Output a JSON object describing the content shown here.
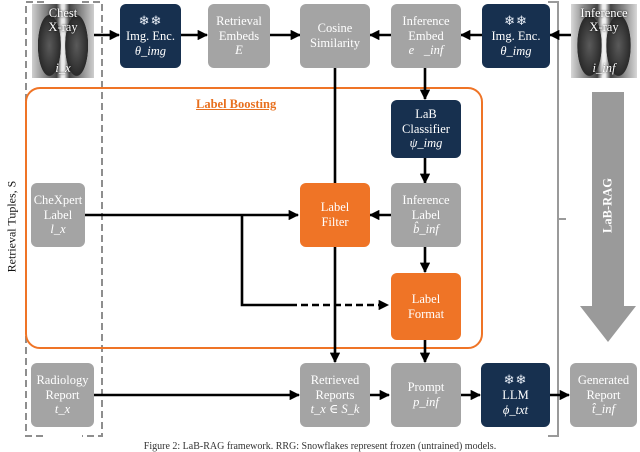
{
  "diagram": {
    "retrieval_tuples_label": "Retrieval Tuples, S",
    "label_boosting_title": "Label Boosting",
    "lab_rag_label": "LaB-RAG",
    "caption": "Figure 2: LaB-RAG framework. RRG: Snowflakes represent frozen (untrained) models.",
    "colors": {
      "gray": "#a4a4a4",
      "navy": "#17304f",
      "orange": "#ef7426"
    },
    "icons": {
      "frozen": "snowflake-icon"
    },
    "nodes": {
      "chest_xray": {
        "title": "Chest\nX-ray",
        "sub": "i_x"
      },
      "img_enc_left": {
        "title": "Img. Enc.",
        "sub": "θ_img"
      },
      "retrieval_embeds": {
        "title": "Retrieval\nEmbeds",
        "sub": "E"
      },
      "cosine_similarity": {
        "title": "Cosine\nSimilarity"
      },
      "inference_embed": {
        "title": "Inference\nEmbed",
        "sub": "e⃗_inf"
      },
      "img_enc_right": {
        "title": "Img. Enc.",
        "sub": "θ_img"
      },
      "inference_xray": {
        "title": "Inference\nX-ray",
        "sub": "i_inf"
      },
      "lab_classifier": {
        "title": "LaB\nClassifier",
        "sub": "ψ_img"
      },
      "chexpert_label": {
        "title": "CheXpert\nLabel",
        "sub": "l_x"
      },
      "label_filter": {
        "title": "Label\nFilter"
      },
      "inference_label": {
        "title": "Inference\nLabel",
        "sub": "b̂_inf"
      },
      "label_format": {
        "title": "Label\nFormat"
      },
      "radiology_report": {
        "title": "Radiology\nReport",
        "sub": "t_x"
      },
      "retrieved_reports": {
        "title": "Retrieved\nReports",
        "sub": "t_x ∈ S_k"
      },
      "prompt": {
        "title": "Prompt",
        "sub": "p_inf"
      },
      "llm": {
        "title": "LLM",
        "sub": "ϕ_txt"
      },
      "generated_report": {
        "title": "Generated\nReport",
        "sub": "t̂_inf"
      }
    }
  }
}
